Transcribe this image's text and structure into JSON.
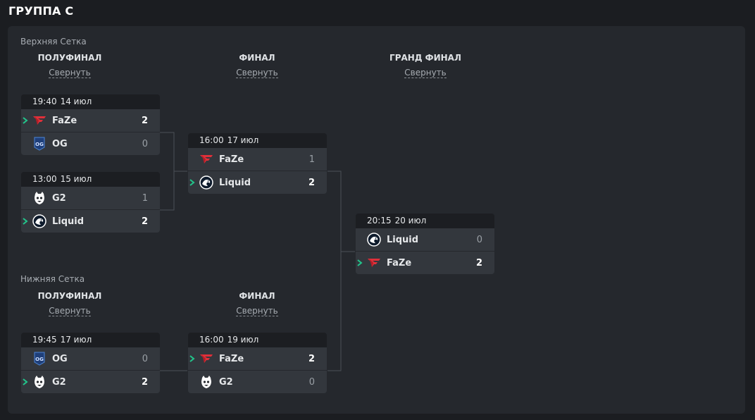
{
  "page": {
    "title": "ГРУППА С"
  },
  "upper": {
    "label": "Верхняя Сетка",
    "columns": [
      {
        "title": "ПОЛУФИНАЛ",
        "collapse": "Свернуть"
      },
      {
        "title": "ФИНАЛ",
        "collapse": "Свернуть"
      },
      {
        "title": "ГРАНД ФИНАЛ",
        "collapse": "Свернуть"
      }
    ],
    "matches": [
      {
        "time": "19:40",
        "date": "14 июл",
        "teams": [
          {
            "name": "FaZe",
            "score": "2",
            "logo": "faze-logo",
            "win": true
          },
          {
            "name": "OG",
            "score": "0",
            "logo": "og-logo",
            "win": false
          }
        ]
      },
      {
        "time": "13:00",
        "date": "15 июл",
        "teams": [
          {
            "name": "G2",
            "score": "1",
            "logo": "g2-logo",
            "win": false
          },
          {
            "name": "Liquid",
            "score": "2",
            "logo": "liquid-logo",
            "win": true
          }
        ]
      },
      {
        "time": "16:00",
        "date": "17 июл",
        "teams": [
          {
            "name": "FaZe",
            "score": "1",
            "logo": "faze-logo",
            "win": false
          },
          {
            "name": "Liquid",
            "score": "2",
            "logo": "liquid-logo",
            "win": true
          }
        ]
      },
      {
        "time": "20:15",
        "date": "20 июл",
        "teams": [
          {
            "name": "Liquid",
            "score": "0",
            "logo": "liquid-logo",
            "win": false
          },
          {
            "name": "FaZe",
            "score": "2",
            "logo": "faze-logo",
            "win": true
          }
        ]
      }
    ]
  },
  "lower": {
    "label": "Нижняя Сетка",
    "columns": [
      {
        "title": "ПОЛУФИНАЛ",
        "collapse": "Свернуть"
      },
      {
        "title": "ФИНАЛ",
        "collapse": "Свернуть"
      }
    ],
    "matches": [
      {
        "time": "19:45",
        "date": "17 июл",
        "teams": [
          {
            "name": "OG",
            "score": "0",
            "logo": "og-logo",
            "win": false
          },
          {
            "name": "G2",
            "score": "2",
            "logo": "g2-logo",
            "win": true
          }
        ]
      },
      {
        "time": "16:00",
        "date": "19 июл",
        "teams": [
          {
            "name": "FaZe",
            "score": "2",
            "logo": "faze-logo",
            "win": true
          },
          {
            "name": "G2",
            "score": "0",
            "logo": "g2-logo",
            "win": false
          }
        ]
      }
    ]
  },
  "colors": {
    "winner_marker": "#22c58b",
    "faze_red": "#e0303a",
    "og_blue": "#2f6fc0"
  }
}
